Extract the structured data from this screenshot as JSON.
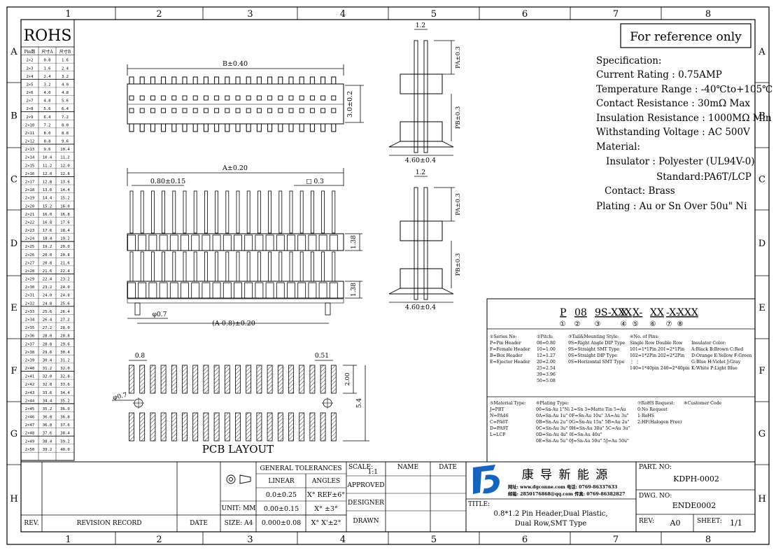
{
  "frame": {
    "columns": [
      "1",
      "2",
      "3",
      "4",
      "5",
      "6",
      "7",
      "8"
    ],
    "rows": [
      "A",
      "B",
      "C",
      "D",
      "E",
      "F",
      "G",
      "H"
    ]
  },
  "rohs": {
    "title": "ROHS",
    "headers": [
      "Pin数",
      "尺寸A",
      "尺寸B"
    ],
    "rows": [
      [
        "2×2",
        "0.8",
        "1.6"
      ],
      [
        "2×3",
        "1.6",
        "2.4"
      ],
      [
        "2×4",
        "2.4",
        "3.2"
      ],
      [
        "2×5",
        "3.2",
        "4.0"
      ],
      [
        "2×6",
        "4.0",
        "4.8"
      ],
      [
        "2×7",
        "4.8",
        "5.6"
      ],
      [
        "2×8",
        "5.6",
        "6.4"
      ],
      [
        "2×9",
        "6.4",
        "7.2"
      ],
      [
        "2×10",
        "7.2",
        "8.0"
      ],
      [
        "2×11",
        "8.0",
        "8.8"
      ],
      [
        "2×12",
        "8.8",
        "9.6"
      ],
      [
        "2×13",
        "9.6",
        "10.4"
      ],
      [
        "2×14",
        "10.4",
        "11.2"
      ],
      [
        "2×15",
        "11.2",
        "12.0"
      ],
      [
        "2×16",
        "12.0",
        "12.8"
      ],
      [
        "2×17",
        "12.8",
        "13.6"
      ],
      [
        "2×18",
        "13.6",
        "14.4"
      ],
      [
        "2×19",
        "14.4",
        "15.2"
      ],
      [
        "2×20",
        "15.2",
        "16.0"
      ],
      [
        "2×21",
        "16.0",
        "16.8"
      ],
      [
        "2×22",
        "16.8",
        "17.6"
      ],
      [
        "2×23",
        "17.6",
        "18.4"
      ],
      [
        "2×24",
        "18.4",
        "19.2"
      ],
      [
        "2×25",
        "19.2",
        "20.0"
      ],
      [
        "2×26",
        "20.0",
        "20.8"
      ],
      [
        "2×27",
        "20.8",
        "21.6"
      ],
      [
        "2×28",
        "21.6",
        "22.4"
      ],
      [
        "2×29",
        "22.4",
        "23.2"
      ],
      [
        "2×30",
        "23.2",
        "24.0"
      ],
      [
        "2×31",
        "24.0",
        "24.8"
      ],
      [
        "2×32",
        "24.8",
        "25.6"
      ],
      [
        "2×33",
        "25.6",
        "26.4"
      ],
      [
        "2×34",
        "26.4",
        "27.2"
      ],
      [
        "2×35",
        "27.2",
        "28.0"
      ],
      [
        "2×36",
        "28.0",
        "28.8"
      ],
      [
        "2×37",
        "28.8",
        "29.6"
      ],
      [
        "2×38",
        "29.6",
        "30.4"
      ],
      [
        "2×39",
        "30.4",
        "31.2"
      ],
      [
        "2×40",
        "31.2",
        "32.0"
      ],
      [
        "2×41",
        "32.0",
        "32.8"
      ],
      [
        "2×42",
        "32.8",
        "33.6"
      ],
      [
        "2×43",
        "33.6",
        "34.4"
      ],
      [
        "2×44",
        "34.4",
        "35.2"
      ],
      [
        "2×45",
        "35.2",
        "36.0"
      ],
      [
        "2×46",
        "36.0",
        "36.8"
      ],
      [
        "2×47",
        "36.8",
        "37.6"
      ],
      [
        "2×48",
        "37.6",
        "38.4"
      ],
      [
        "2×49",
        "38.4",
        "39.2"
      ],
      [
        "2×50",
        "39.2",
        "40.0"
      ]
    ]
  },
  "reference": "For reference only",
  "spec": [
    "Specification:",
    "Current Rating : 0.75AMP",
    "Temperature Range : -40℃to+105℃",
    "Contact Resistance : 30mΩ Max",
    "Insulation Resistance : 1000MΩ Min",
    "Withstanding Voltage : AC 500V",
    "Material:",
    "Insulator : Polyester (UL94V-0)",
    "Standard:PA6T/LCP",
    "Contact: Brass",
    "Plating : Au or Sn Over 50u\" Ni"
  ],
  "dims": {
    "b": "B±0.40",
    "a": "A±0.20",
    "pitch": "0.80±0.15",
    "post": "□ 0.3",
    "height": "3.0±0.2",
    "gap1": "1.38",
    "gap2": "1.38",
    "peg": "φ0.7",
    "a_minus": "(A-0.8)±0.20",
    "top_12a": "1.2",
    "pa_a": "PA±0.3",
    "pb_a": "PB±0.3",
    "w_a": "4.60±0.4",
    "top_12b": "1.2",
    "pa_b": "PA±0.3",
    "pb_b": "PB±0.3",
    "w_b": "4.60±0.4",
    "pcb_08": "0.8",
    "pcb_051": "0.51",
    "pcb_200": "2.00",
    "pcb_54": "5.4",
    "pcb_phi": "φ0.7"
  },
  "pcb_title": "PCB  LAYOUT",
  "partcode": {
    "segments": [
      "P",
      "08",
      "9S-XXX",
      "X",
      "X-",
      "XX",
      "-X-",
      "XXX"
    ],
    "nums": [
      "①",
      "②",
      "③",
      "④",
      "⑤",
      "⑥",
      "⑦",
      "⑧"
    ]
  },
  "legend": {
    "series": [
      "①Series No:",
      "P=Pin Header",
      "F=Female Header",
      "B=Box Header",
      "E=Ejector Header"
    ],
    "pitch": [
      "②Pitch:",
      "08=0.80",
      "10=1.00",
      "12=1.27",
      "20=2.00",
      "25=2.54",
      "39=3.96",
      "50=5.08"
    ],
    "tail": [
      "③Tail&Mounting Style:",
      "9S=Right Angle DIP Type",
      "9S=Straight SMT Type",
      "0S=Straight DIP Type",
      "0S=Horizontal SMT Type"
    ],
    "pins": [
      "④No. of Pins:",
      "Single Row   Double Row",
      "101=1*1Pin    201=2*1Pin",
      "102=1*2Pin    202=2*2Pin",
      "⋮               ⋮",
      "140=1*40pin  240=2*40pin"
    ],
    "color": [
      "Insulator Color:",
      "A:Black  B:Brown  C:Red",
      "D:Orange E:Yellow F:Green",
      "G:Blue   H:Violet J:Gray",
      "K:White  P:Light Blue"
    ],
    "material": [
      "⑤Material Type:",
      "J=PBT",
      "N=PA46",
      "C=PA6T",
      "D=PA9T",
      "L=LCP"
    ],
    "plating": [
      "⑥Plating Type:",
      "00=Sn-Au 1\"Ni 2=Sn 3=Matte Tin 5=Au",
      "0A=Sn-Au 1u\" 0F=Sn-Au 10u\" 3A=Au 3u\"",
      "0B=Sn-Au 2u\" 0G=Sn-Au 15u\" 5B=Au 2u\"",
      "0C=Sn-Au 3u\" 0H=Sn-Au 30u\" 5C=Au 3u\"",
      "0D=Sn-Au 4u\" 0I=Sn-Au 40u\"",
      "0E=Sn-Au 5u\" 0J=Sn-Au 50u\" 5J=Au 50u\""
    ],
    "rohs": [
      "⑦RoHS Request:",
      "0:No Request",
      "1:RoHS",
      "2:HF(Halogen Free)"
    ],
    "custom": [
      "⑧Customer Code"
    ]
  },
  "title_block": {
    "general_tolerances": "GENERAL TOLERANCES",
    "linear": "LINEAR",
    "angles": "ANGLES",
    "lin": [
      "0.0±0.25",
      "0.00±0.15",
      "0.000±0.08"
    ],
    "ang": [
      "X° REF±6°",
      "X° ±3°",
      "X° X'±2°"
    ],
    "unit": "UNIT: MM",
    "size": "SIZE: A4",
    "scale_label": "SCALE:",
    "scale_value": "1:1",
    "approved": "APPROVED",
    "designer": "DESIGNER",
    "drawn": "DRAWN",
    "name": "NAME",
    "date": "DATE",
    "rev": "REV.",
    "revision_record": "REVISION RECORD",
    "date2": "DATE",
    "company": "康  导  新  能  源",
    "contact1": "网址: www.dgconne.com  电话: 0769-86337633",
    "contact2": "邮箱: 2850176868@qq.com  传真: 0769-86382827",
    "title_label": "TITLE:",
    "title_line1": "0.8*1.2 Pin Header,Dual Plastic,",
    "title_line2": "Dual Row,SMT Type",
    "part_no_label": "PART. NO:",
    "part_no": "KDPH-0002",
    "dwg_no_label": "DWG. NO:",
    "dwg_no": "ENDE0002",
    "rev_label": "REV:",
    "rev_value": "A0",
    "sheet_label": "SHEET:",
    "sheet_value": "1/1",
    "logo_color": "#1565c0"
  }
}
